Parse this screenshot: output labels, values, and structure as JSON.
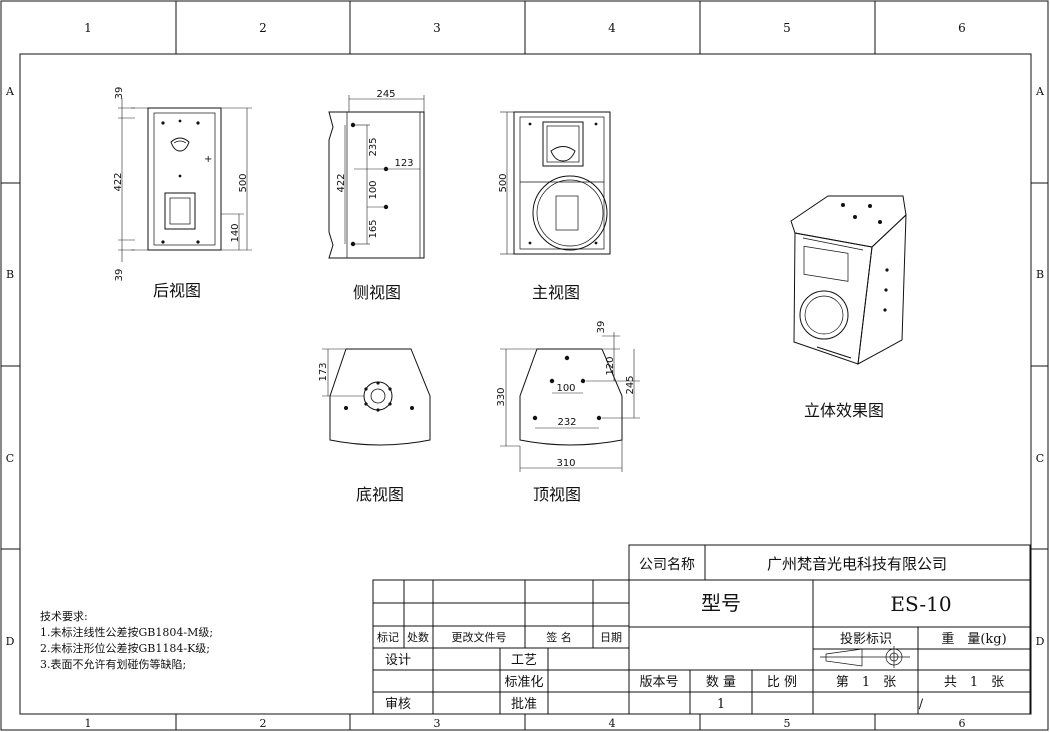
{
  "border": {
    "columns": [
      "1",
      "2",
      "3",
      "4",
      "5",
      "6"
    ],
    "rows": [
      "A",
      "B",
      "C",
      "D"
    ]
  },
  "views": {
    "rear": {
      "caption": "后视图",
      "dims": [
        "39",
        "422",
        "500",
        "140",
        "39"
      ]
    },
    "side": {
      "caption": "侧视图",
      "dims": [
        "245",
        "235",
        "123",
        "422",
        "100",
        "165"
      ]
    },
    "front": {
      "caption": "主视图",
      "dims": [
        "500"
      ]
    },
    "bottom": {
      "caption": "底视图",
      "dims": [
        "173"
      ]
    },
    "top": {
      "caption": "顶视图",
      "dims": [
        "39",
        "120",
        "100",
        "330",
        "245",
        "232",
        "310"
      ]
    },
    "iso": {
      "caption": "立体效果图"
    }
  },
  "notes": {
    "title": "技术要求:",
    "lines": [
      "1.未标注线性公差按GB1804-M级;",
      "2.未标注形位公差按GB1184-K级;",
      "3.表面不允许有划碰伤等缺陷;"
    ]
  },
  "title_block": {
    "company_label": "公司名称",
    "company_name": "广州梵音光电科技有限公司",
    "model_label": "型号",
    "model_value": "ES-10",
    "revision_headers": [
      "标记",
      "处数",
      "更改文件号",
      "签 名",
      "日期"
    ],
    "design": "设计",
    "process": "工艺",
    "standardize": "标准化",
    "review": "审核",
    "approve": "批准",
    "projection_label": "投影标识",
    "weight_label": "重　量(kg)",
    "version_label": "版本号",
    "quantity_label": "数 量",
    "scale_label": "比 例",
    "sheet_label": "第　1　张",
    "total_label": "共　1　张",
    "quantity_value": "1",
    "scale_value": "/"
  }
}
